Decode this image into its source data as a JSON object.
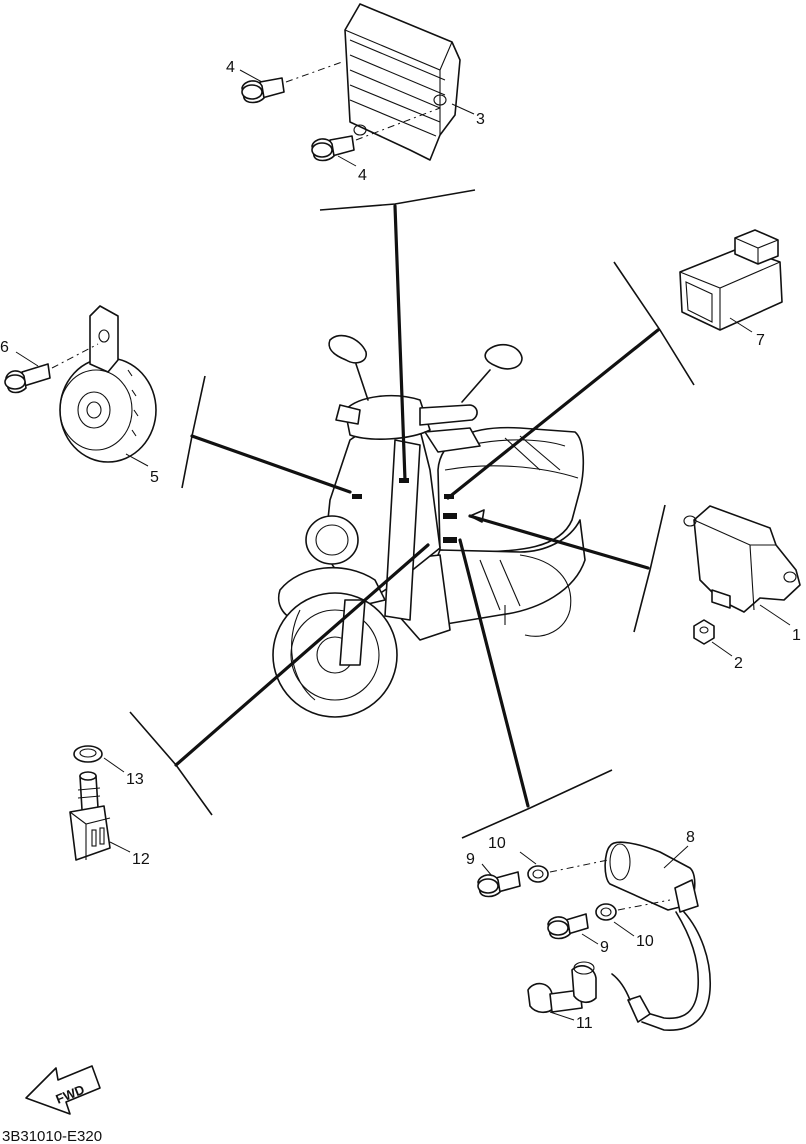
{
  "diagram_code": "3B31010-E320",
  "fwd_label": "FWD",
  "callouts": {
    "c1": "1",
    "c2": "2",
    "c3": "3",
    "c4a": "4",
    "c4b": "4",
    "c5": "5",
    "c6": "6",
    "c7": "7",
    "c8": "8",
    "c9a": "9",
    "c9b": "9",
    "c10a": "10",
    "c10b": "10",
    "c11": "11",
    "c12": "12",
    "c13": "13"
  }
}
